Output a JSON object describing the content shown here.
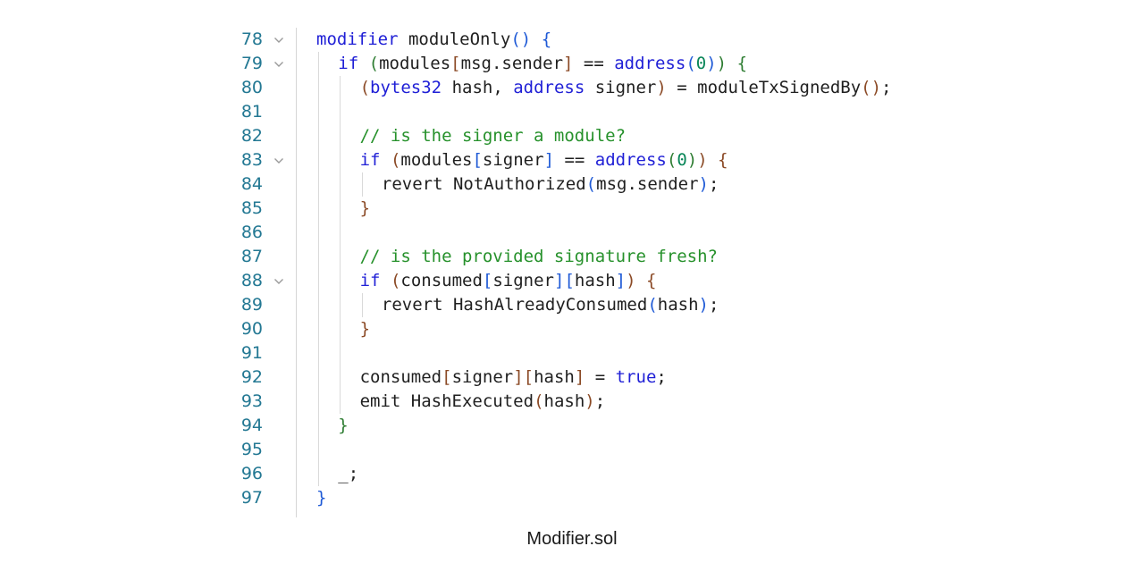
{
  "editor": {
    "lines": [
      {
        "no": "78",
        "fold": true,
        "indent": 0,
        "tokens": [
          [
            "modifier",
            "kw"
          ],
          [
            " moduleOnly",
            "tx"
          ],
          [
            "()",
            "p3"
          ],
          [
            " ",
            "tx"
          ],
          [
            "{",
            "p3"
          ]
        ]
      },
      {
        "no": "79",
        "fold": true,
        "indent": 1,
        "tokens": [
          [
            "if",
            "kw"
          ],
          [
            " ",
            "tx"
          ],
          [
            "(",
            "p1"
          ],
          [
            "modules",
            "tx"
          ],
          [
            "[",
            "p2"
          ],
          [
            "msg.sender",
            "tx"
          ],
          [
            "]",
            "p2"
          ],
          [
            " == ",
            "tx"
          ],
          [
            "address",
            "kw"
          ],
          [
            "(",
            "p3"
          ],
          [
            "0",
            "num"
          ],
          [
            ")",
            "p3"
          ],
          [
            ")",
            "p1"
          ],
          [
            " ",
            "tx"
          ],
          [
            "{",
            "p1"
          ]
        ]
      },
      {
        "no": "80",
        "fold": false,
        "indent": 2,
        "tokens": [
          [
            "(",
            "p2"
          ],
          [
            "bytes32",
            "kw"
          ],
          [
            " hash, ",
            "tx"
          ],
          [
            "address",
            "kw"
          ],
          [
            " signer",
            "tx"
          ],
          [
            ")",
            "p2"
          ],
          [
            " = moduleTxSignedBy",
            "tx"
          ],
          [
            "()",
            "p2"
          ],
          [
            ";",
            "tx"
          ]
        ]
      },
      {
        "no": "81",
        "fold": false,
        "indent": 2,
        "tokens": []
      },
      {
        "no": "82",
        "fold": false,
        "indent": 2,
        "tokens": [
          [
            "// is the signer a module?",
            "cm"
          ]
        ]
      },
      {
        "no": "83",
        "fold": true,
        "indent": 2,
        "tokens": [
          [
            "if",
            "kw"
          ],
          [
            " ",
            "tx"
          ],
          [
            "(",
            "p2"
          ],
          [
            "modules",
            "tx"
          ],
          [
            "[",
            "p3"
          ],
          [
            "signer",
            "tx"
          ],
          [
            "]",
            "p3"
          ],
          [
            " == ",
            "tx"
          ],
          [
            "address",
            "kw"
          ],
          [
            "(",
            "p1"
          ],
          [
            "0",
            "num"
          ],
          [
            ")",
            "p1"
          ],
          [
            ")",
            "p2"
          ],
          [
            " ",
            "tx"
          ],
          [
            "{",
            "p2"
          ]
        ]
      },
      {
        "no": "84",
        "fold": false,
        "indent": 3,
        "tokens": [
          [
            "revert NotAuthorized",
            "tx"
          ],
          [
            "(",
            "p3"
          ],
          [
            "msg.sender",
            "tx"
          ],
          [
            ")",
            "p3"
          ],
          [
            ";",
            "tx"
          ]
        ]
      },
      {
        "no": "85",
        "fold": false,
        "indent": 2,
        "tokens": [
          [
            "}",
            "p2"
          ]
        ]
      },
      {
        "no": "86",
        "fold": false,
        "indent": 2,
        "tokens": []
      },
      {
        "no": "87",
        "fold": false,
        "indent": 2,
        "tokens": [
          [
            "// is the provided signature fresh?",
            "cm"
          ]
        ]
      },
      {
        "no": "88",
        "fold": true,
        "indent": 2,
        "tokens": [
          [
            "if",
            "kw"
          ],
          [
            " ",
            "tx"
          ],
          [
            "(",
            "p2"
          ],
          [
            "consumed",
            "tx"
          ],
          [
            "[",
            "p3"
          ],
          [
            "signer",
            "tx"
          ],
          [
            "]",
            "p3"
          ],
          [
            "[",
            "p3"
          ],
          [
            "hash",
            "tx"
          ],
          [
            "]",
            "p3"
          ],
          [
            ")",
            "p2"
          ],
          [
            " ",
            "tx"
          ],
          [
            "{",
            "p2"
          ]
        ]
      },
      {
        "no": "89",
        "fold": false,
        "indent": 3,
        "tokens": [
          [
            "revert HashAlreadyConsumed",
            "tx"
          ],
          [
            "(",
            "p3"
          ],
          [
            "hash",
            "tx"
          ],
          [
            ")",
            "p3"
          ],
          [
            ";",
            "tx"
          ]
        ]
      },
      {
        "no": "90",
        "fold": false,
        "indent": 2,
        "tokens": [
          [
            "}",
            "p2"
          ]
        ]
      },
      {
        "no": "91",
        "fold": false,
        "indent": 2,
        "tokens": []
      },
      {
        "no": "92",
        "fold": false,
        "indent": 2,
        "tokens": [
          [
            "consumed",
            "tx"
          ],
          [
            "[",
            "p2"
          ],
          [
            "signer",
            "tx"
          ],
          [
            "]",
            "p2"
          ],
          [
            "[",
            "p2"
          ],
          [
            "hash",
            "tx"
          ],
          [
            "]",
            "p2"
          ],
          [
            " = ",
            "tx"
          ],
          [
            "true",
            "kw"
          ],
          [
            ";",
            "tx"
          ]
        ]
      },
      {
        "no": "93",
        "fold": false,
        "indent": 2,
        "tokens": [
          [
            "emit HashExecuted",
            "tx"
          ],
          [
            "(",
            "p2"
          ],
          [
            "hash",
            "tx"
          ],
          [
            ")",
            "p2"
          ],
          [
            ";",
            "tx"
          ]
        ]
      },
      {
        "no": "94",
        "fold": false,
        "indent": 1,
        "tokens": [
          [
            "}",
            "p1"
          ]
        ]
      },
      {
        "no": "95",
        "fold": false,
        "indent": 1,
        "tokens": []
      },
      {
        "no": "96",
        "fold": false,
        "indent": 1,
        "tokens": [
          [
            "_;",
            "tx"
          ]
        ]
      },
      {
        "no": "97",
        "fold": false,
        "indent": 0,
        "tokens": [
          [
            "}",
            "p3"
          ]
        ]
      }
    ]
  },
  "caption": "Modifier.sol",
  "icons": {
    "fold": "chevron-down-icon"
  },
  "colors": {
    "keyword": "#1f1fd6",
    "number": "#098658",
    "comment": "#26912b",
    "line_number": "#237893",
    "text": "#1f1f1f"
  }
}
